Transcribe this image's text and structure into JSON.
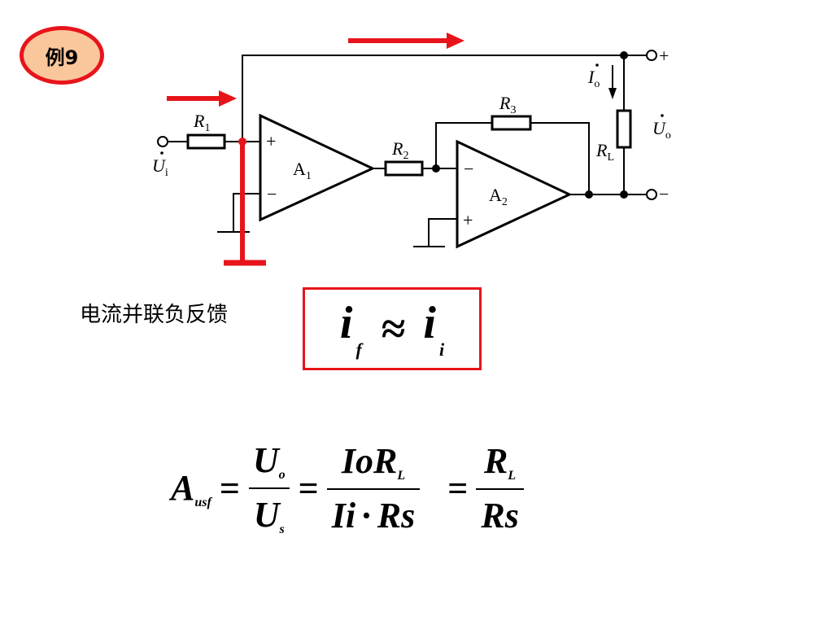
{
  "badge": {
    "label": "例9"
  },
  "circuit": {
    "resistors": {
      "r1": {
        "name": "R",
        "sub": "1"
      },
      "r2": {
        "name": "R",
        "sub": "2"
      },
      "r3": {
        "name": "R",
        "sub": "3"
      },
      "rl": {
        "name": "R",
        "sub": "L"
      }
    },
    "opamps": {
      "a1": {
        "name": "A",
        "sub": "1",
        "plus": "+",
        "minus": "−"
      },
      "a2": {
        "name": "A",
        "sub": "2",
        "plus": "+",
        "minus": "−"
      }
    },
    "input_voltage": {
      "name": "U",
      "sub": "i"
    },
    "output_voltage": {
      "name": "U",
      "sub": "o"
    },
    "output_current": {
      "name": "I",
      "sub": "o"
    },
    "output_terminals": {
      "plus": "+",
      "minus": "−"
    }
  },
  "colors": {
    "accent_red": "#e8141b",
    "badge_fill": "#f9c79b"
  },
  "feedback_type": "电流并联负反馈",
  "approximation": {
    "left": "i",
    "left_sub": "f",
    "symbol": "≈",
    "right": "i",
    "right_sub": "i"
  },
  "gain_formula": {
    "lhs": "A",
    "lhs_sub": "usf",
    "eq": "=",
    "frac1": {
      "num": "U",
      "num_sub": "o",
      "den": "U",
      "den_sub": "s"
    },
    "frac2": {
      "num": "IoR",
      "num_sub": "L",
      "den_left": "Ii",
      "den_dot": "·",
      "den_right": "Rs"
    },
    "frac3": {
      "num": "R",
      "num_sub": "L",
      "den": "Rs"
    }
  }
}
